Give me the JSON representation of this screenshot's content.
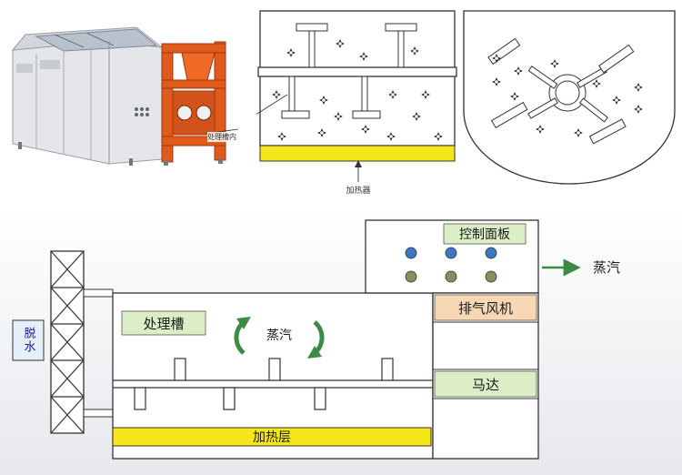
{
  "top": {
    "machine_callout": "处理槽内",
    "cross_section_caption": "加热器"
  },
  "bottom": {
    "control_panel": "控制面板",
    "steam_out": "蒸汽",
    "exhaust_fan": "排气风机",
    "motor": "马达",
    "tank": "处理槽",
    "steam_inner": "蒸汽",
    "dehydration": "脱水",
    "heating_layer": "加热层"
  },
  "colors": {
    "yellow": "#f5e71a",
    "green_label": "#dbeec6",
    "peach_label": "#f8d7b5",
    "blue_led": "#3b78c4",
    "olive_led": "#8a8c5a",
    "steam_arrow": "#3c8a45"
  }
}
